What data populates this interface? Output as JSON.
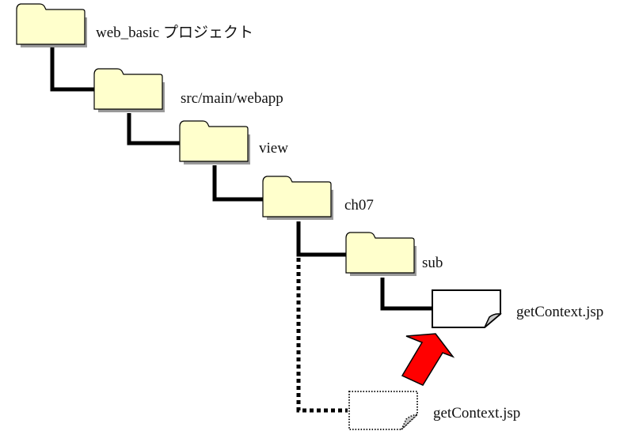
{
  "diagram": {
    "type": "directory-tree",
    "colors": {
      "folder_fill": "#FFFFCC",
      "outline": "#000000",
      "shadow": "#9A9A9A",
      "file_fill": "#FFFFFF",
      "curl_fill": "#C8C8C8",
      "arrow_fill": "#FF0000"
    },
    "nodes": [
      {
        "id": "web_basic",
        "kind": "folder",
        "label": "web_basic プロジェクト",
        "depth": 0
      },
      {
        "id": "webapp",
        "kind": "folder",
        "label": "src/main/webapp",
        "depth": 1,
        "parent": "web_basic"
      },
      {
        "id": "view",
        "kind": "folder",
        "label": "view",
        "depth": 2,
        "parent": "webapp"
      },
      {
        "id": "ch07",
        "kind": "folder",
        "label": "ch07",
        "depth": 3,
        "parent": "view"
      },
      {
        "id": "sub",
        "kind": "folder",
        "label": "sub",
        "depth": 4,
        "parent": "ch07"
      },
      {
        "id": "file_sub",
        "kind": "file",
        "label": "getContext.jsp",
        "depth": 5,
        "parent": "sub",
        "state": "actual"
      },
      {
        "id": "file_ch07",
        "kind": "file",
        "label": "getContext.jsp",
        "depth": 4,
        "parent": "ch07",
        "state": "moved-from (dotted)"
      }
    ],
    "arrow": {
      "from": "file_ch07",
      "to": "file_sub",
      "meaning": "moved into sub folder"
    }
  }
}
